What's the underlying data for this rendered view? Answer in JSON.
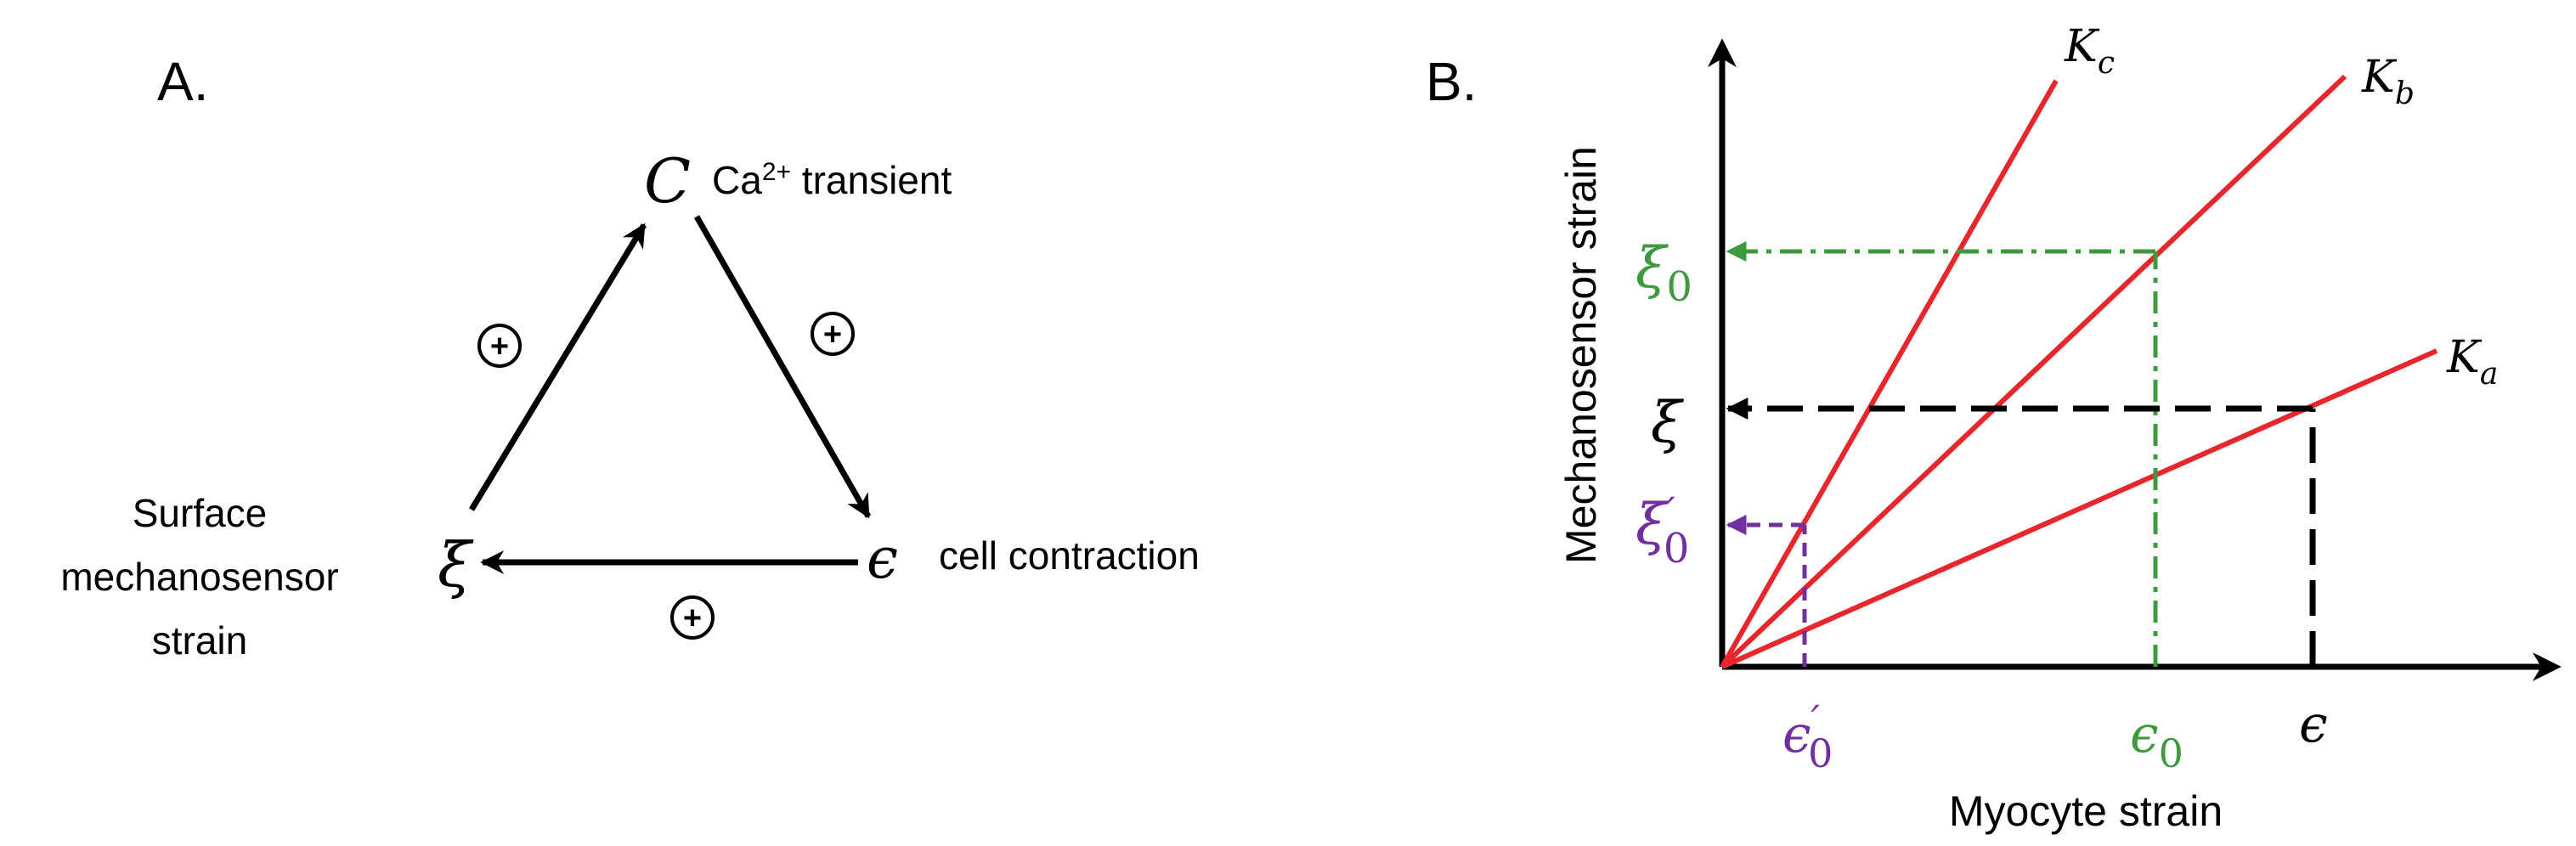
{
  "panel_a": {
    "label": "A.",
    "nodes": {
      "calcium": {
        "symbol": "C",
        "text_prefix": "Ca",
        "text_sup": "2+",
        "text_suffix": " transient"
      },
      "contraction": {
        "symbol": "ϵ",
        "text": "cell contraction"
      },
      "mechanosensor": {
        "symbol": "ξ",
        "line1": "Surface",
        "line2": "mechanosensor",
        "line3": "strain"
      }
    },
    "feedback_sign": "+"
  },
  "panel_b": {
    "label": "B.",
    "x_axis_label": "Myocyte strain",
    "y_axis_label": "Mechanosensor strain",
    "lines": {
      "Ka": {
        "base": "K",
        "sub": "a"
      },
      "Kb": {
        "base": "K",
        "sub": "b"
      },
      "Kc": {
        "base": "K",
        "sub": "c"
      }
    },
    "x_ticks": {
      "eps0_prime": {
        "base": "ϵ",
        "sub": "0",
        "prime": "′"
      },
      "eps0": {
        "base": "ϵ",
        "sub": "0"
      },
      "eps": {
        "base": "ϵ"
      }
    },
    "y_ticks": {
      "xi0": {
        "base": "ξ",
        "sub": "0"
      },
      "xi": {
        "base": "ξ"
      },
      "xi0_prime": {
        "base": "ξ",
        "sub": "0",
        "prime": "′"
      }
    },
    "colors": {
      "lines": "#e8262b",
      "green": "#3e9a3e",
      "purple": "#7030a0",
      "black": "#000000"
    }
  }
}
